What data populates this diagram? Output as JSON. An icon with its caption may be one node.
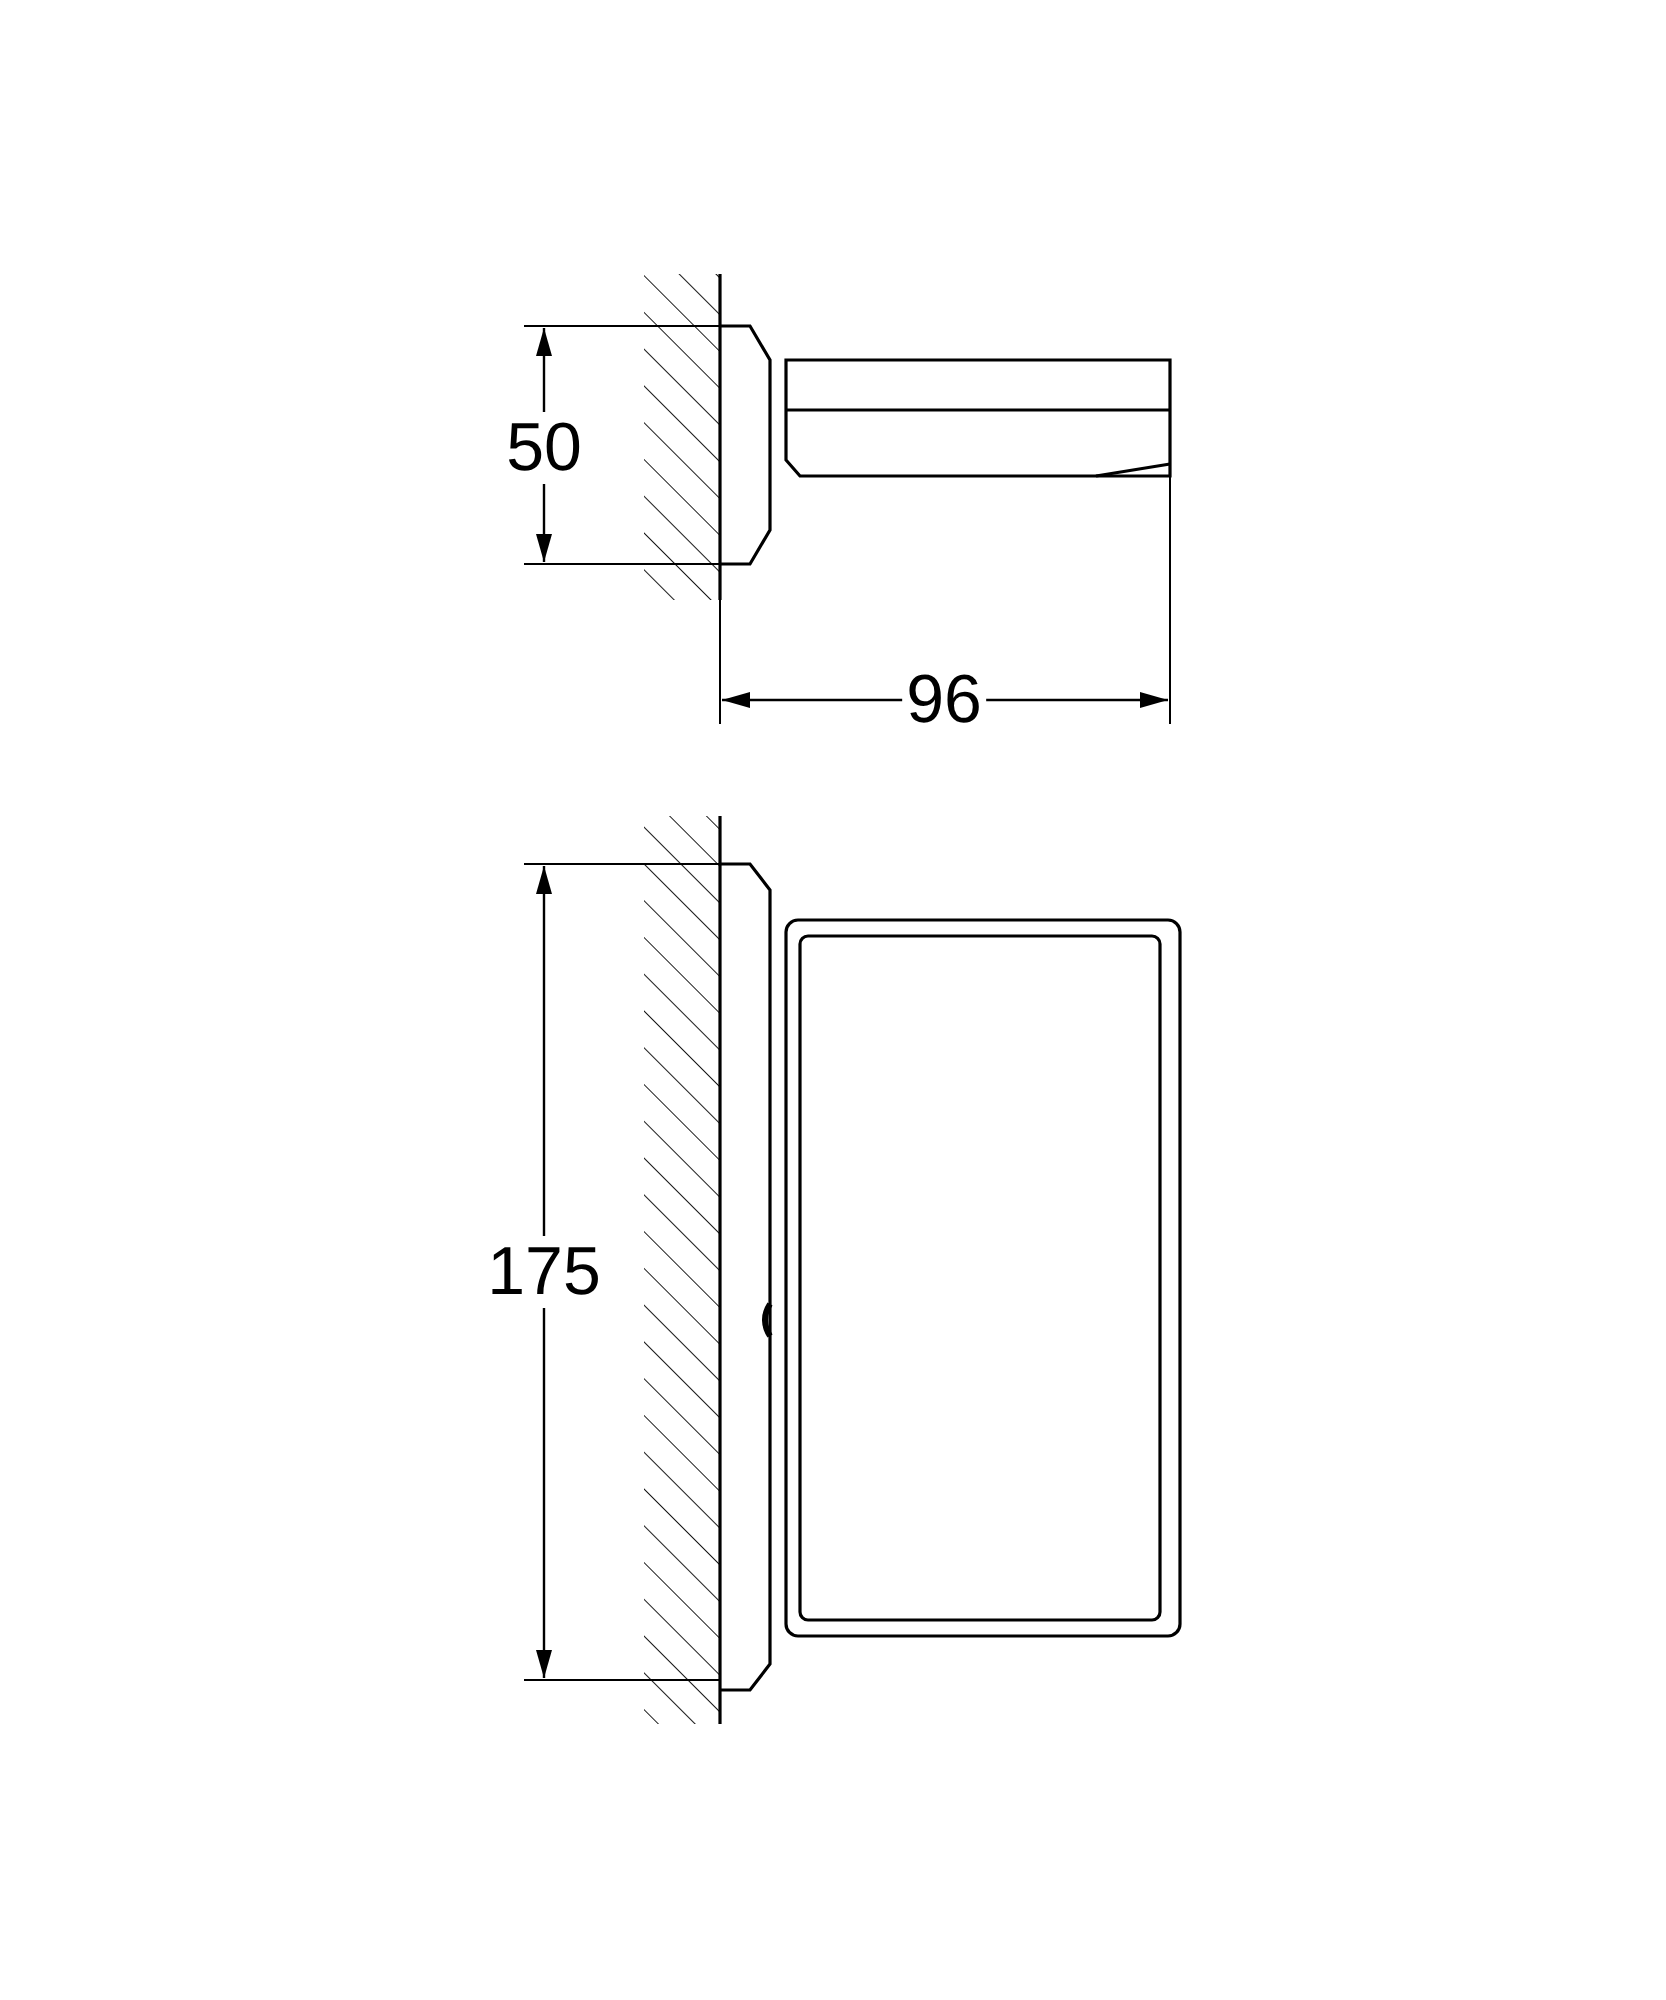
{
  "diagram": {
    "labels": [
      "50",
      "96",
      "175"
    ]
  }
}
